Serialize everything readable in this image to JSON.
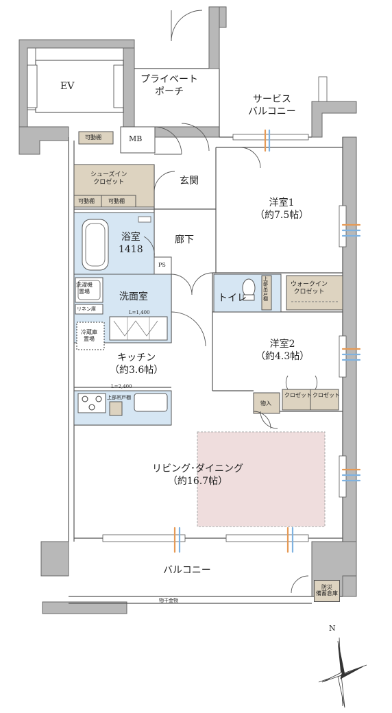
{
  "rooms": {
    "ev": "EV",
    "private_porch": [
      "プライベート",
      "ポーチ"
    ],
    "service_balcony": [
      "サービス",
      "バルコニー"
    ],
    "mb": "MB",
    "shoe_closet": [
      "シューズイン",
      "クロゼット"
    ],
    "entrance": "玄関",
    "western1": [
      "洋室1",
      "（約7.5帖）"
    ],
    "corridor": "廊下",
    "bath": [
      "浴室",
      "1418"
    ],
    "ps": "PS",
    "washroom": "洗面室",
    "toilet": "トイレ",
    "walkin": [
      "ウォークイン",
      "クロゼット"
    ],
    "western2": [
      "洋室2",
      "（約4.3帖）"
    ],
    "kitchen": [
      "キッチン",
      "（約3.6帖）"
    ],
    "living": [
      "リビング･ダイニング",
      "（約16.7帖）"
    ],
    "balcony": "バルコニー"
  },
  "fixtures": {
    "movable_shelf": "可動棚",
    "washer": [
      "洗濯機",
      "置場"
    ],
    "linen": "リネン庫",
    "vanity_len": "L=1,400",
    "fridge": [
      "冷蔵庫",
      "置場"
    ],
    "kitchen_len": "L=2,400",
    "upper_cabinet": "上部吊戸棚",
    "toilet_cabinet": [
      "上",
      "部",
      "吊",
      "戸",
      "棚"
    ],
    "closet": "クロゼット",
    "storage": "物入",
    "drying_rack": "物干金物",
    "disaster_storage": [
      "防災",
      "備蓄倉庫"
    ]
  },
  "compass": {
    "north": "N"
  }
}
